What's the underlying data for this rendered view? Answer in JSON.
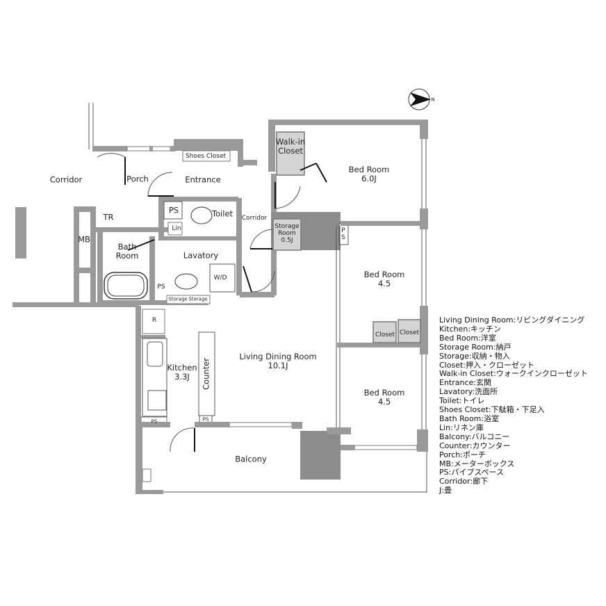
{
  "rooms": {
    "corridor_outer": "Corridor",
    "porch": "Porch",
    "shoes_closet": "Shoes Closet",
    "entrance": "Entrance",
    "walkin_closet": "Walk-in Closet",
    "walkin_line1": "Walk-in",
    "walkin_line2": "Closet",
    "bedroom1_name": "Bed Room",
    "bedroom1_size": "6.0J",
    "tr": "TR",
    "ps1": "PS",
    "toilet": "Toilet",
    "corridor_inner": "Corridor",
    "lin": "Lin",
    "storage_room_line1": "Storage",
    "storage_room_line2": "Room",
    "storage_room_size": "0.5J",
    "ps_p": "P",
    "ps_s": "S",
    "mb": "MB",
    "bath_line1": "Bath",
    "bath_line2": "Room",
    "lavatory": "Lavatory",
    "wd": "W/D",
    "ps2": "PS",
    "storage_a": "Storage",
    "storage_b": "Storage",
    "bedroom2_name": "Bed Room",
    "bedroom2_size": "4.5",
    "r": "R",
    "closet_a": "Closet",
    "closet_b": "Closet",
    "living_name": "Living Dining Room",
    "living_size": "10.1J",
    "kitchen_name": "Kitchen",
    "kitchen_size": "3.3J",
    "counter": "Counter",
    "bedroom3_name": "Bed Room",
    "bedroom3_size": "4.5",
    "ps3": "PS",
    "ps4": "PS",
    "balcony": "Balcony"
  },
  "compass": {
    "label": "N",
    "icon": "north-arrow-icon"
  },
  "legend": [
    "Living Dining Room:リビングダイニング",
    "Kitchen:キッチン",
    "Bed Room:洋室",
    "Storage Room:納戸",
    "Storage:収納・物入",
    "Closet:押入・クローゼット",
    "Walk-in Closet:ウォークインクローゼット",
    "Entrance:玄関",
    "Lavatory:洗面所",
    "Toilet:トイレ",
    "Shoes Closet:下駄箱・下足入",
    "Bath Room:浴室",
    "Lin:リネン庫",
    "Balcony:バルコニー",
    "Counter:カウンター",
    "Porch:ポーチ",
    "MB:メーターボックス",
    "PS:パイプスペース",
    "Corridor:廊下",
    "J:畳"
  ],
  "colors": {
    "wall": "#9a9a9a",
    "storage_fill": "#d4d4d4"
  }
}
